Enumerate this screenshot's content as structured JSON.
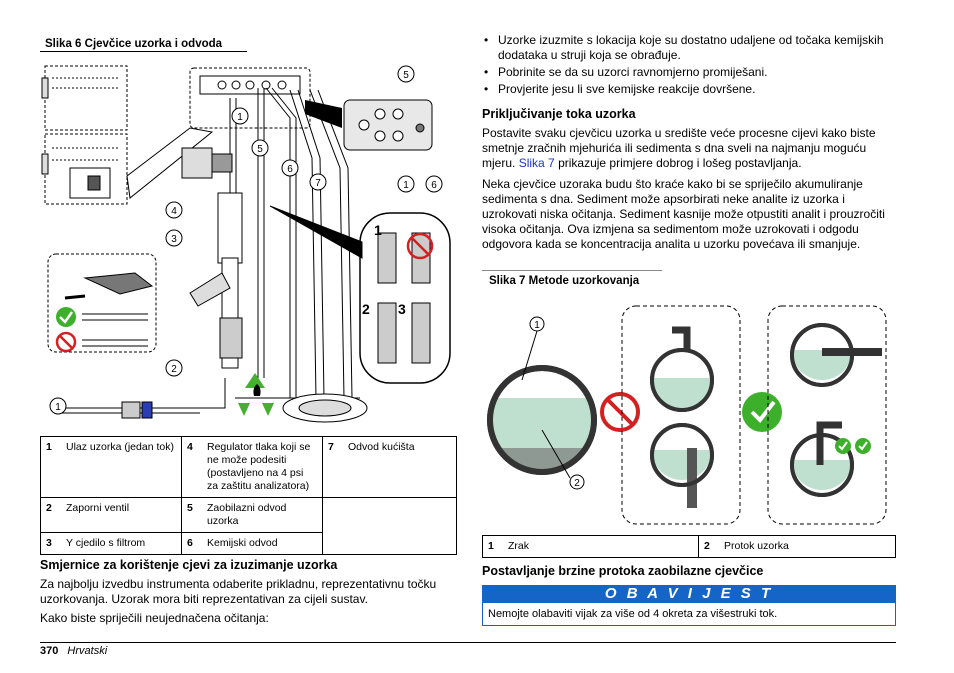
{
  "figure6": {
    "title": "Slika 6  Cjevčice uzorka i odvoda",
    "callouts": [
      "1",
      "5",
      "6",
      "7",
      "4",
      "3",
      "2",
      "1",
      "5",
      "1",
      "6"
    ],
    "steps": [
      "1",
      "2",
      "3"
    ],
    "legend": [
      [
        {
          "n": "1",
          "t": "Ulaz uzorka (jedan tok)"
        },
        {
          "n": "4",
          "t": "Regulator tlaka koji se ne može podesiti (postavljeno na 4 psi za zaštitu analizatora)"
        },
        {
          "n": "7",
          "t": "Odvod kućišta"
        }
      ],
      [
        {
          "n": "2",
          "t": "Zaporni ventil"
        },
        {
          "n": "5",
          "t": "Zaobilazni odvod uzorka"
        }
      ],
      [
        {
          "n": "3",
          "t": "Y cjedilo s filtrom"
        },
        {
          "n": "6",
          "t": "Kemijski odvod"
        }
      ]
    ]
  },
  "left_section": {
    "heading": "Smjernice za korištenje cjevi za izuzimanje uzorka",
    "para1": "Za najbolju izvedbu instrumenta odaberite prikladnu, reprezentativnu točku uzorkovanja. Uzorak mora biti reprezentativan za cijeli sustav.",
    "para2": "Kako biste spriječili neujednačena očitanja:"
  },
  "right_column": {
    "bullets": [
      "Uzorke izuzmite s lokacija koje su dostatno udaljene od točaka kemijskih dodataka u struji koja se obrađuje.",
      "Pobrinite se da su uzorci ravnomjerno promiješani.",
      "Provjerite jesu li sve kemijske reakcije dovršene."
    ],
    "heading1": "Priključivanje toka uzorka",
    "para1_a": "Postavite svaku cjevčicu uzorka u središte veće procesne cijevi kako biste smetnje zračnih mjehurića ili sedimenta s dna sveli na najmanju moguću mjeru.",
    "para1_link": "Slika 7",
    "para1_b": "prikazuje primjere dobrog i lošeg postavljanja.",
    "para2": "Neka cjevčice uzoraka budu što kraće kako bi se spriječilo akumuliranje sedimenta s dna. Sediment može apsorbirati neke analite iz uzorka i uzrokovati niska očitanja. Sediment kasnije može otpustiti analit i prouzročiti visoka očitanja. Ova izmjena sa sedimentom može uzrokovati i odgodu odgovora kada se koncentracija analita u uzorku povećava ili smanjuje.",
    "figure7_title": "Slika 7  Metode uzorkovanja",
    "figure7_callouts": [
      "1",
      "2"
    ],
    "figure7_legend": [
      {
        "n": "1",
        "t": "Zrak"
      },
      {
        "n": "2",
        "t": "Protok uzorka"
      }
    ],
    "heading2": "Postavljanje brzine protoka zaobilazne cjevčice",
    "notice_label": "O B A V I J E S T",
    "notice_text": "Nemojte olabaviti vijak za više od 4 okreta za višestruki tok."
  },
  "footer": {
    "page_number": "370",
    "language": "Hrvatski"
  },
  "colors": {
    "link": "#1a36c8",
    "notice": "#1565c8",
    "water": "#bfe0cf",
    "ok_green": "#3cb02a",
    "no_red": "#d42020",
    "recycle_green": "#44b030"
  },
  "icons": [
    "device-housing-icon",
    "pressure-regulator-icon",
    "y-strainer-icon",
    "shutoff-valve-icon",
    "recycle-icon",
    "floor-drain-icon",
    "knife-icon",
    "checkmark-icon",
    "prohibited-icon"
  ]
}
